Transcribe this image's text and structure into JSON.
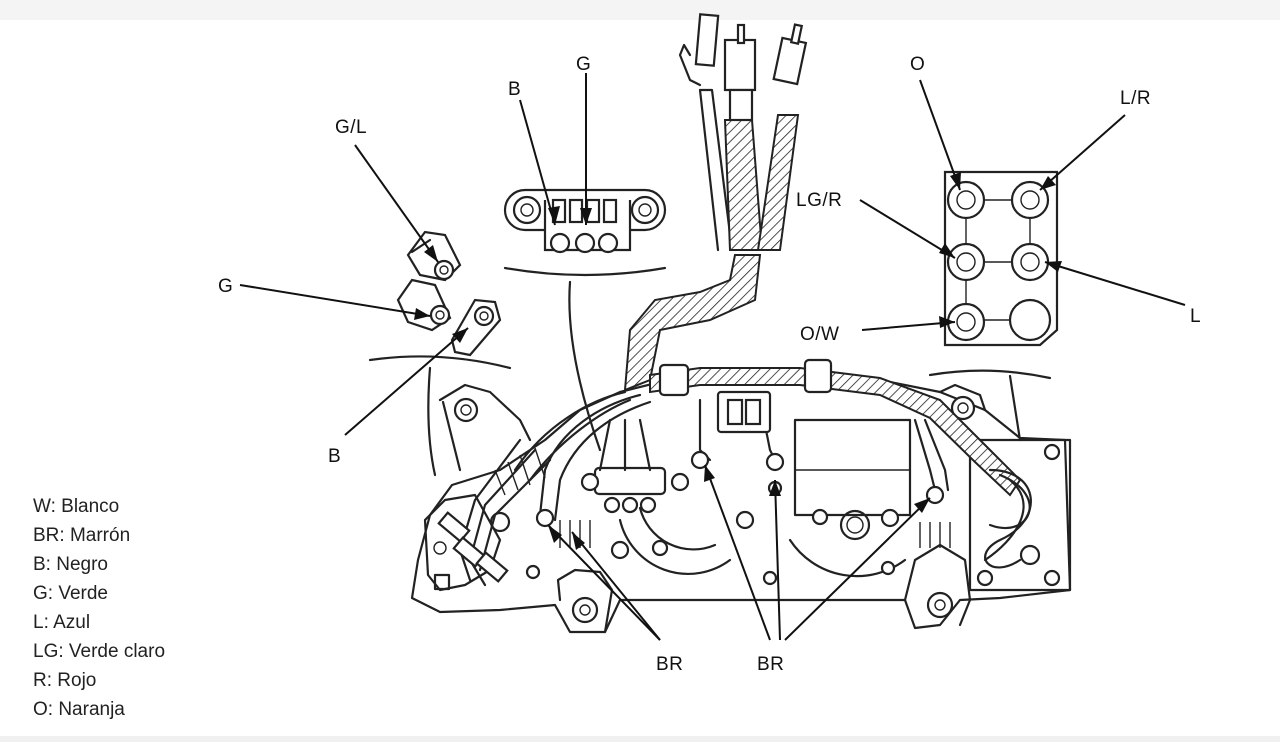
{
  "callouts": {
    "b_top": "B",
    "g_top": "G",
    "gl": "G/L",
    "g_left": "G",
    "b_left": "B",
    "o": "O",
    "lr": "L/R",
    "lgr": "LG/R",
    "l": "L",
    "ow": "O/W",
    "br_1": "BR",
    "br_2": "BR"
  },
  "legend": [
    "W: Blanco",
    "BR: Marrón",
    "B: Negro",
    "G: Verde",
    "L: Azul",
    "LG: Verde claro",
    "R: Rojo",
    "O: Naranja"
  ]
}
